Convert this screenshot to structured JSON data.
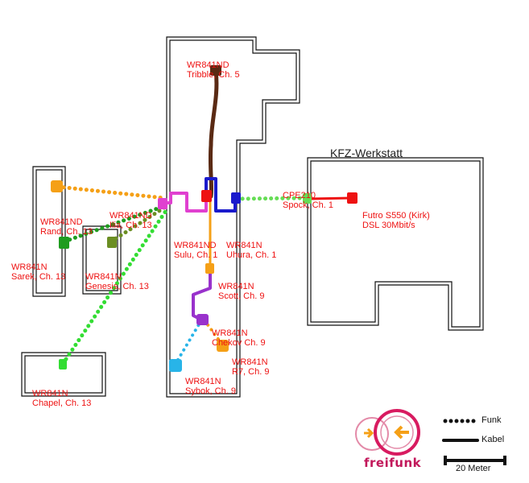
{
  "building_label": "KFZ-Werkstatt",
  "nodes": [
    {
      "id": "tribble",
      "line1": "WR841ND",
      "line2": "Tribble, Ch. 5",
      "color": "#5a2a14"
    },
    {
      "id": "rand",
      "line1": "WR841ND",
      "line2": "Rand, Ch. 13",
      "color": "#f5a017"
    },
    {
      "id": "ilia",
      "line1": "WR841ND",
      "line2": "Ilia, Ch. 13",
      "color": "#e040d0"
    },
    {
      "id": "sulu",
      "line1": "WR841ND",
      "line2": "Sulu, Ch. 1",
      "color": "#ee1111"
    },
    {
      "id": "uhura",
      "line1": "WR841N",
      "line2": "Uhura, Ch. 1",
      "color": "#1a1acc"
    },
    {
      "id": "spock",
      "line1": "CPE210",
      "line2": "Spock, Ch. 1",
      "color": "#66dd55"
    },
    {
      "id": "kirk",
      "line1": "Futro S550 (Kirk)",
      "line2": "DSL 30Mbit/s",
      "color": "#ee1111"
    },
    {
      "id": "sarek",
      "line1": "WR841N",
      "line2": "Sarek, Ch. 13",
      "color": "#1f9c1f"
    },
    {
      "id": "genesis",
      "line1": "WR841N",
      "line2": "Genesis, Ch. 13",
      "color": "#6b8e23"
    },
    {
      "id": "scott",
      "line1": "WR841N",
      "line2": "Scott, Ch. 9",
      "color": "#f5a017"
    },
    {
      "id": "chekov",
      "line1": "WR841N",
      "line2": "Chekov Ch. 9",
      "color": "#9932cc"
    },
    {
      "id": "r7",
      "line1": "WR841N",
      "line2": "R7, Ch. 9",
      "color": "#f5a017"
    },
    {
      "id": "sybok",
      "line1": "WR841N",
      "line2": "Sybok, Ch. 9",
      "color": "#28b4e8"
    },
    {
      "id": "chapel",
      "line1": "WR841N",
      "line2": "Chapel, Ch. 13",
      "color": "#33dd33"
    }
  ],
  "legend": {
    "funk": "Funk",
    "kabel": "Kabel",
    "scale": "20 Meter"
  },
  "brand": "freifunk"
}
